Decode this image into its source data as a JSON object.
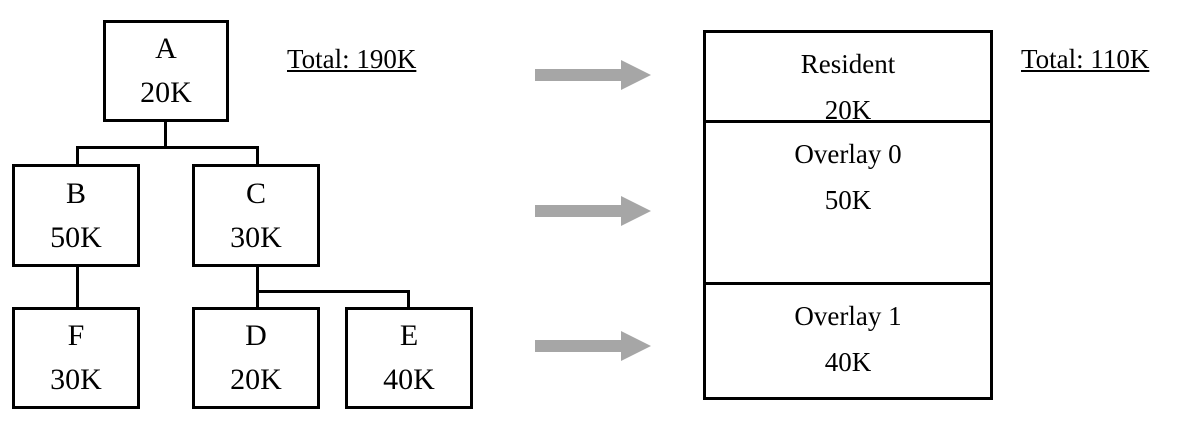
{
  "tree": {
    "nodes": [
      {
        "id": "A",
        "name": "A",
        "size": "20K"
      },
      {
        "id": "B",
        "name": "B",
        "size": "50K"
      },
      {
        "id": "C",
        "name": "C",
        "size": "30K"
      },
      {
        "id": "F",
        "name": "F",
        "size": "30K"
      },
      {
        "id": "D",
        "name": "D",
        "size": "20K"
      },
      {
        "id": "E",
        "name": "E",
        "size": "40K"
      }
    ],
    "edges": [
      [
        "A",
        "B"
      ],
      [
        "A",
        "C"
      ],
      [
        "B",
        "F"
      ],
      [
        "C",
        "D"
      ],
      [
        "C",
        "E"
      ]
    ],
    "total": "Total: 190K"
  },
  "memory": {
    "total": "Total: 110K",
    "segments": [
      {
        "name": "Resident",
        "size": "20K"
      },
      {
        "name": "Overlay 0",
        "size": "50K"
      },
      {
        "name": "Overlay 1",
        "size": "40K"
      }
    ]
  },
  "arrow_color": "#a6a6a6"
}
